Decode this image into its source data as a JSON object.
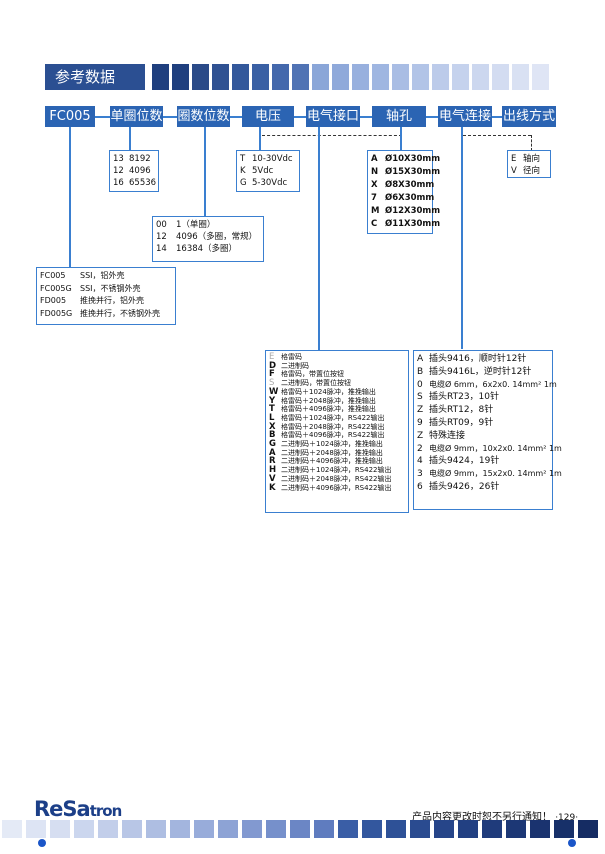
{
  "section_title": "参考数据",
  "headers": {
    "model": "FC005",
    "single_turn": "单圈位数",
    "multi_turn": "圈数位数",
    "voltage": "电压",
    "electrical_interface": "电气接口",
    "shaft_hole": "轴孔",
    "electrical_connection": "电气连接",
    "output_mode": "出线方式"
  },
  "single_turn_options": [
    {
      "code": "13",
      "value": "8192"
    },
    {
      "code": "12",
      "value": "4096"
    },
    {
      "code": "16",
      "value": "65536"
    }
  ],
  "multi_turn_options": [
    {
      "code": "00",
      "value": "1（单圈）"
    },
    {
      "code": "12",
      "value": "4096（多圈，常规）"
    },
    {
      "code": "14",
      "value": "16384（多圈）"
    }
  ],
  "voltage_options": [
    {
      "code": "T",
      "value": "10-30Vdc"
    },
    {
      "code": "K",
      "value": "5Vdc"
    },
    {
      "code": "G",
      "value": "5-30Vdc"
    }
  ],
  "shaft_options": [
    {
      "code": "A",
      "value": "Ø10X30mm"
    },
    {
      "code": "N",
      "value": "Ø15X30mm"
    },
    {
      "code": "X",
      "value": "Ø8X30mm"
    },
    {
      "code": "7",
      "value": "Ø6X30mm"
    },
    {
      "code": "M",
      "value": "Ø12X30mm"
    },
    {
      "code": "C",
      "value": "Ø11X30mm"
    }
  ],
  "output_options": [
    {
      "code": "E",
      "value": "轴向"
    },
    {
      "code": "V",
      "value": "径向"
    }
  ],
  "model_options": [
    {
      "code": "FC005",
      "value": "SSI，铝外壳"
    },
    {
      "code": "FC005G",
      "value": "SSI，不锈钢外壳"
    },
    {
      "code": "FD005",
      "value": "推挽并行，铝外壳"
    },
    {
      "code": "FD005G",
      "value": "推挽并行，不锈钢外壳"
    }
  ],
  "interface_options": [
    {
      "code": "E",
      "value": "格雷码"
    },
    {
      "code": "D",
      "value": "二进制码"
    },
    {
      "code": "F",
      "value": "格雷码，带置位按钮"
    },
    {
      "code": "S",
      "value": "二进制码，带置位按钮"
    },
    {
      "code": "W",
      "value": "格雷码＋1024脉冲，推挽输出"
    },
    {
      "code": "Y",
      "value": "格雷码＋2048脉冲，推挽输出"
    },
    {
      "code": "T",
      "value": "格雷码＋4096脉冲，推挽输出"
    },
    {
      "code": "L",
      "value": "格雷码＋1024脉冲，RS422输出"
    },
    {
      "code": "X",
      "value": "格雷码＋2048脉冲，RS422输出"
    },
    {
      "code": "B",
      "value": "格雷码＋4096脉冲，RS422输出"
    },
    {
      "code": "G",
      "value": "二进制码＋1024脉冲，推挽输出"
    },
    {
      "code": "A",
      "value": "二进制码＋2048脉冲，推挽输出"
    },
    {
      "code": "R",
      "value": "二进制码＋4096脉冲，推挽输出"
    },
    {
      "code": "H",
      "value": "二进制码＋1024脉冲，RS422输出"
    },
    {
      "code": "V",
      "value": "二进制码＋2048脉冲，RS422输出"
    },
    {
      "code": "K",
      "value": "二进制码＋4096脉冲，RS422输出"
    }
  ],
  "connection_options": [
    {
      "code": "A",
      "value": "插头9416，顺时针12针"
    },
    {
      "code": "B",
      "value": "插头9416L，逆时针12针"
    },
    {
      "code": "0",
      "value": "电缆Ø 6mm，6x2x0. 14mm² 1m"
    },
    {
      "code": "S",
      "value": "插头RT23，10针"
    },
    {
      "code": "Z",
      "value": "插头RT12，8针"
    },
    {
      "code": "9",
      "value": "插头RT09，9针"
    },
    {
      "code": "Z",
      "value": "特殊连接"
    },
    {
      "code": "2",
      "value": "电缆Ø 9mm，10x2x0. 14mm² 1m"
    },
    {
      "code": "4",
      "value": "插头9424，19针"
    },
    {
      "code": "3",
      "value": "电缆Ø 9mm，15x2x0. 14mm² 1m"
    },
    {
      "code": "6",
      "value": "插头9426，26针"
    }
  ],
  "footer": {
    "logo_main": "ReSa",
    "logo_suffix": "tron",
    "notice": "产品内容更改时恕不另行通知！",
    "page_number": "·129·"
  },
  "colors": {
    "header_blue": "#2b64b3",
    "title_blue": "#2b4f92",
    "line_blue": "#3a7fd0"
  }
}
